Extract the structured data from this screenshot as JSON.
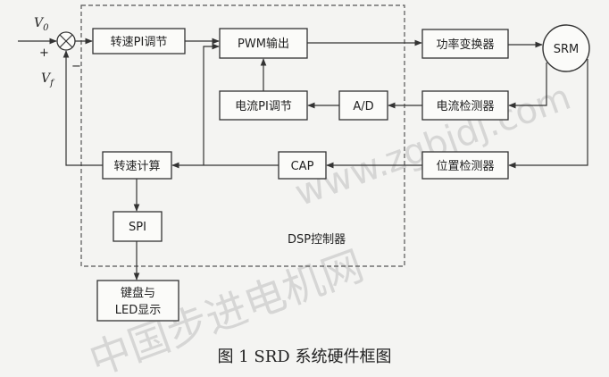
{
  "blocks": {
    "speed_pi": "转速PI调节",
    "pwm_out": "PWM输出",
    "power_converter": "功率变换器",
    "srm": "SRM",
    "current_pi": "电流PI调节",
    "ad": "A/D",
    "current_detector": "电流检测器",
    "speed_calc": "转速计算",
    "cap": "CAP",
    "position_detector": "位置检测器",
    "spi": "SPI",
    "keyboard_line1": "键盘与",
    "keyboard_line2": "LED显示"
  },
  "inputs": {
    "v0": "V",
    "v0_sub": "0",
    "vf": "V",
    "vf_sub": "f",
    "plus": "+",
    "minus": "−"
  },
  "dsp_label": "DSP控制器",
  "caption": "图 1 SRD 系统硬件框图",
  "watermark": {
    "cn": "中国步进电机网",
    "url": "www.zgbjdj.com"
  }
}
